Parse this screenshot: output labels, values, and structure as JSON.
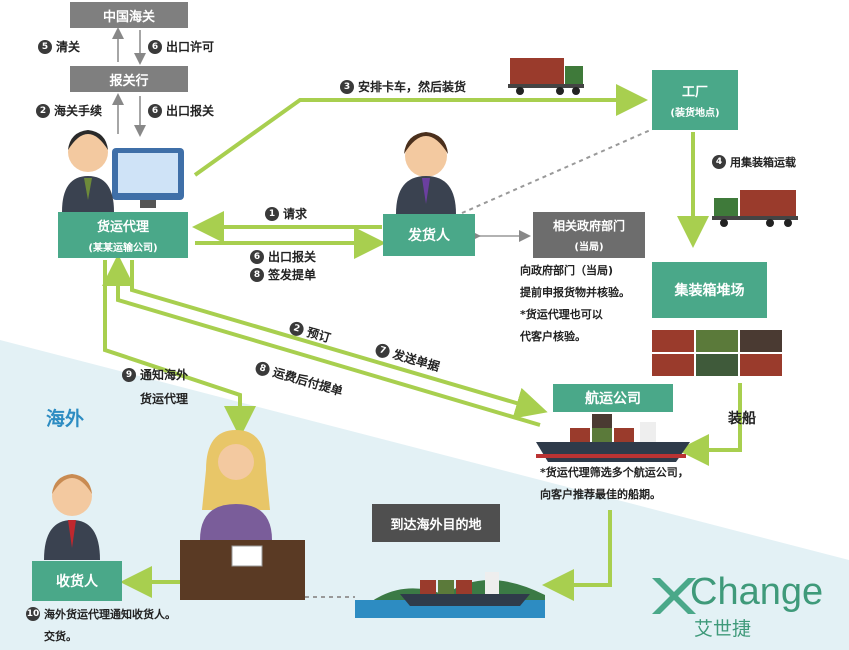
{
  "boxes": {
    "china_customs": "中国海关",
    "customs_broker": "报关行",
    "forwarder_title": "货运代理",
    "forwarder_sub": "(某某运输公司)",
    "shipper": "发货人",
    "gov_title": "相关政府部门",
    "gov_sub": "(当局)",
    "factory_title": "工厂",
    "factory_sub": "(装货地点)",
    "container_yard": "集装箱堆场",
    "shipping_company": "航运公司",
    "consignee": "收货人",
    "arrive": "到达海外目的地"
  },
  "steps": {
    "s5_clearance": {
      "num": "5",
      "text": "清关"
    },
    "s6_export_permit": {
      "num": "6",
      "text": "出口许可"
    },
    "s2_customs_proc": {
      "num": "2",
      "text": "海关手续"
    },
    "s6_export_decl": {
      "num": "6",
      "text": "出口报关"
    },
    "s3_truck": {
      "num": "3",
      "text": "安排卡车，然后装货"
    },
    "s4_container": {
      "num": "4",
      "text": "用集装箱运载"
    },
    "s1_request": {
      "num": "1",
      "text": "请求"
    },
    "s6_export_decl2": {
      "num": "6",
      "text": "出口报关"
    },
    "s8_bl": {
      "num": "8",
      "text": "签发提单"
    },
    "s2_booking": {
      "num": "2",
      "text": "预订"
    },
    "s7_docs": {
      "num": "7",
      "text": "发送单据"
    },
    "s8_freight_collect": {
      "num": "8",
      "text": "运费后付提单"
    },
    "s9_notify_1": {
      "num": "9",
      "text": "通知海外"
    },
    "s9_notify_2": "货运代理",
    "loading": "装船",
    "s10_note_1": {
      "num": "10",
      "text": "海外货运代理通知收货人。"
    },
    "s10_note_2": "交货。"
  },
  "notes": {
    "gov_1": "向政府部门（当局)",
    "gov_2": "提前申报货物并核验。",
    "gov_3": "*货运代理也可以",
    "gov_4": "代客户核验。",
    "ship_1": "*货运代理筛选多个航运公司，",
    "ship_2": "向客户推荐最佳的船期。"
  },
  "region_label": "海外",
  "logo": {
    "brand": "Change",
    "cn": "艾世捷"
  },
  "colors": {
    "green": "#4aa889",
    "arrow": "#a8cf4f",
    "gray": "#7f7f7f",
    "overseas_bg": "#e3f1f5",
    "region_text": "#2d8cc2"
  }
}
